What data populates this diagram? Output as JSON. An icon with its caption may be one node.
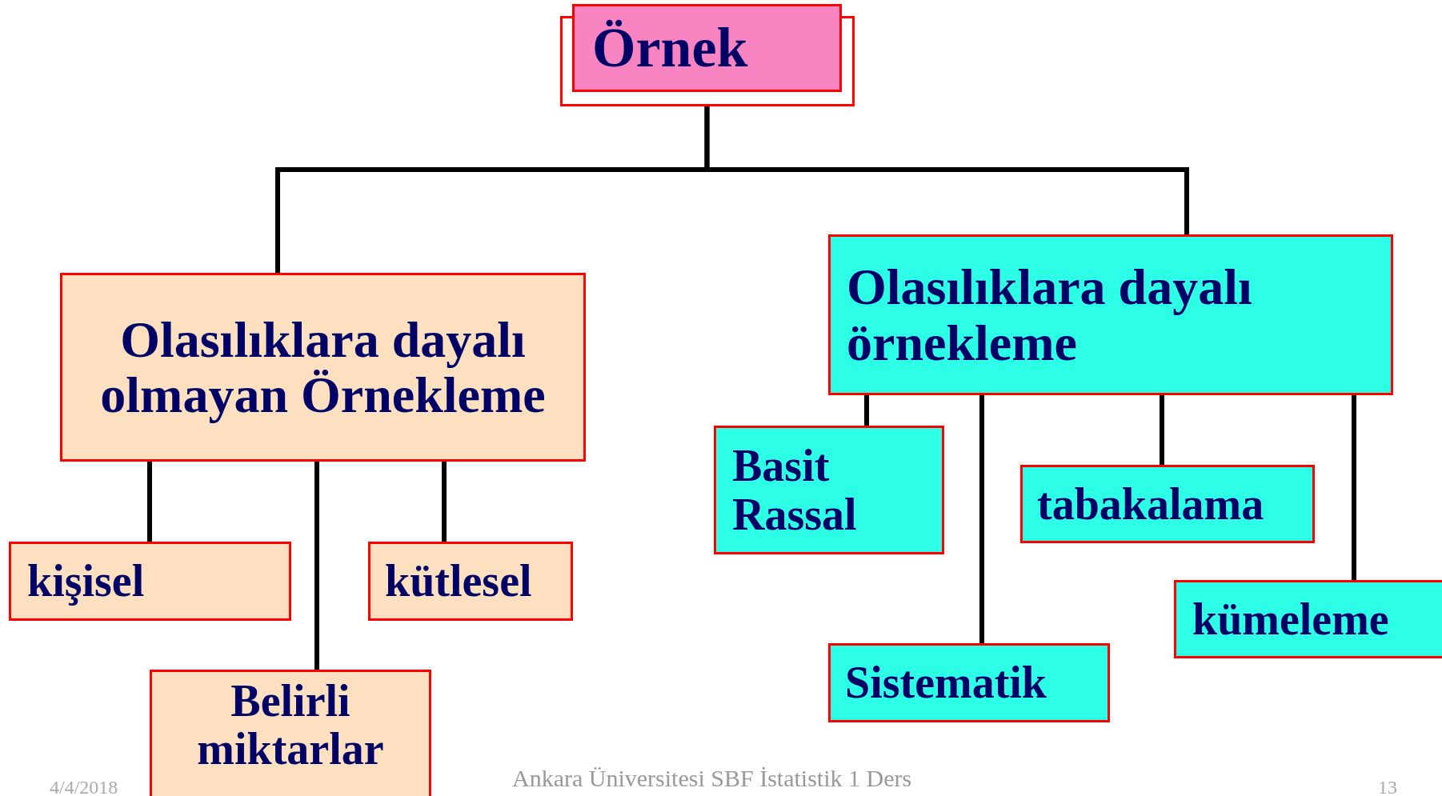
{
  "diagram": {
    "nodes": [
      {
        "text": [
          "Örnek"
        ]
      },
      {
        "text": [
          "Olasılıklara dayalı olmayan Örnekleme"
        ]
      },
      {
        "text": [
          "Olasılıklara dayalı örnekleme"
        ]
      },
      {
        "text": [
          "kişisel"
        ]
      },
      {
        "text": [
          "kütlesel"
        ]
      },
      {
        "text": [
          "Belirli miktarlar"
        ]
      },
      {
        "text": [
          "Basit Rassal"
        ]
      },
      {
        "text": [
          "tabakalama"
        ]
      },
      {
        "text": [
          "kümeleme"
        ]
      },
      {
        "text": [
          "Sistematik"
        ]
      }
    ],
    "edges": [
      {
        "from": 0,
        "to": 1,
        "arrow": "none"
      },
      {
        "from": 0,
        "to": 2,
        "arrow": "none"
      },
      {
        "from": 1,
        "to": 3,
        "arrow": "none"
      },
      {
        "from": 1,
        "to": 5,
        "arrow": "none"
      },
      {
        "from": 1,
        "to": 4,
        "arrow": "none"
      },
      {
        "from": 2,
        "to": 6,
        "arrow": "none"
      },
      {
        "from": 2,
        "to": 9,
        "arrow": "none"
      },
      {
        "from": 2,
        "to": 7,
        "arrow": "none"
      },
      {
        "from": 2,
        "to": 8,
        "arrow": "none"
      }
    ],
    "labels": [
      "4/4/2018",
      "Ankara Üniversitesi SBF İstatistik 1 Ders",
      "13"
    ]
  }
}
